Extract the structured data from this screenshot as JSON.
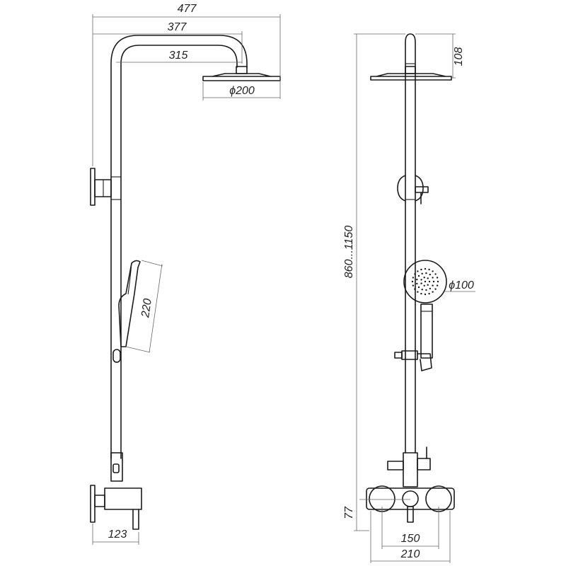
{
  "side_view": {
    "overall_width": "477",
    "arm_reach": "377",
    "arm_length": "315",
    "head_diameter": "ϕ200",
    "hand_shower_length": "220",
    "wall_offset": "123"
  },
  "front_view": {
    "head_height": "108",
    "height_range": "860...1150",
    "hand_shower_diameter": "ϕ100",
    "mixer_height": "77",
    "inlet_spacing": "150",
    "mixer_width": "210"
  }
}
